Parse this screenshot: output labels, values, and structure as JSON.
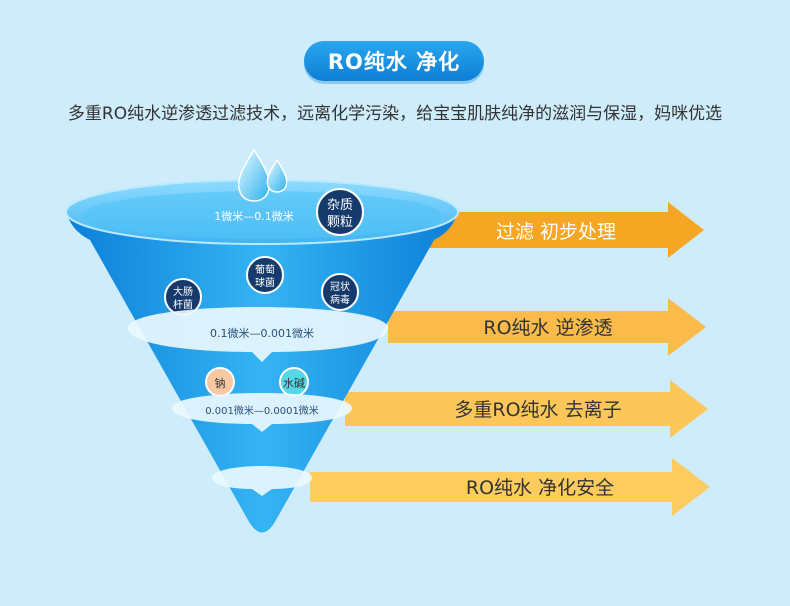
{
  "title": "RO纯水  净化",
  "subtitle": "多重RO纯水逆渗透过滤技术，远离化学污染，给宝宝肌肤纯净的滋润与保湿，妈咪优选",
  "funnel": {
    "layer1_range": "1微米—0.1微米",
    "layer2_range": "0.1微米—0.001微米",
    "layer3_range": "0.001微米—0.0001微米",
    "particles": [
      {
        "label_line1": "杂质",
        "label_line2": "颗粒"
      },
      {
        "label_line1": "葡萄",
        "label_line2": "球菌"
      },
      {
        "label_line1": "大肠",
        "label_line2": "杆菌"
      },
      {
        "label_line1": "冠状",
        "label_line2": "病毒"
      },
      {
        "label_line1": "钠",
        "label_line2": ""
      },
      {
        "label_line1": "水碱",
        "label_line2": ""
      }
    ]
  },
  "arrows": [
    {
      "label": "过滤   初步处理",
      "color": "#f5a623"
    },
    {
      "label": "RO纯水   逆渗透",
      "color": "#fbbb4a"
    },
    {
      "label": "多重RO纯水  去离子",
      "color": "#fcc659"
    },
    {
      "label": "RO纯水    净化安全",
      "color": "#fccc5f"
    }
  ],
  "colors": {
    "background": "#cfecfb",
    "funnel_blue": "#0f8fe0",
    "title_blue": "#1a93e4",
    "badge_navy": "#163a6b"
  }
}
